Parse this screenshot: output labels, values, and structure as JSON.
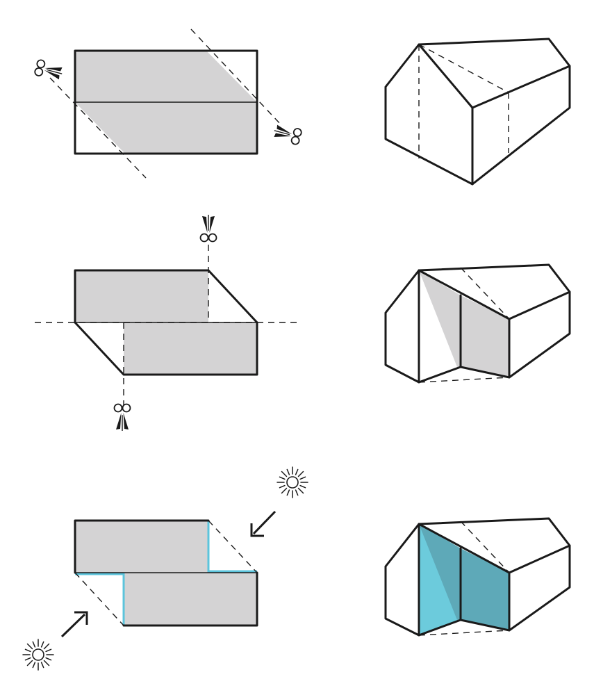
{
  "colors": {
    "background": "#ffffff",
    "line": "#1a1a1a",
    "gray_fill": "#d4d3d4",
    "cyan_light": "#6ccbdc",
    "cyan_dark": "#5ea9b8",
    "cyan_edge": "#5cc4dc"
  },
  "icons": {
    "cut": "scissors-icon",
    "light": "sun-icon",
    "direction": "arrow-icon"
  },
  "rows": [
    {
      "plan": "plan-cut-diagonal",
      "model": "house-closed"
    },
    {
      "plan": "plan-cut-vertical",
      "model": "house-opened"
    },
    {
      "plan": "plan-light-entry",
      "model": "house-lit"
    }
  ]
}
